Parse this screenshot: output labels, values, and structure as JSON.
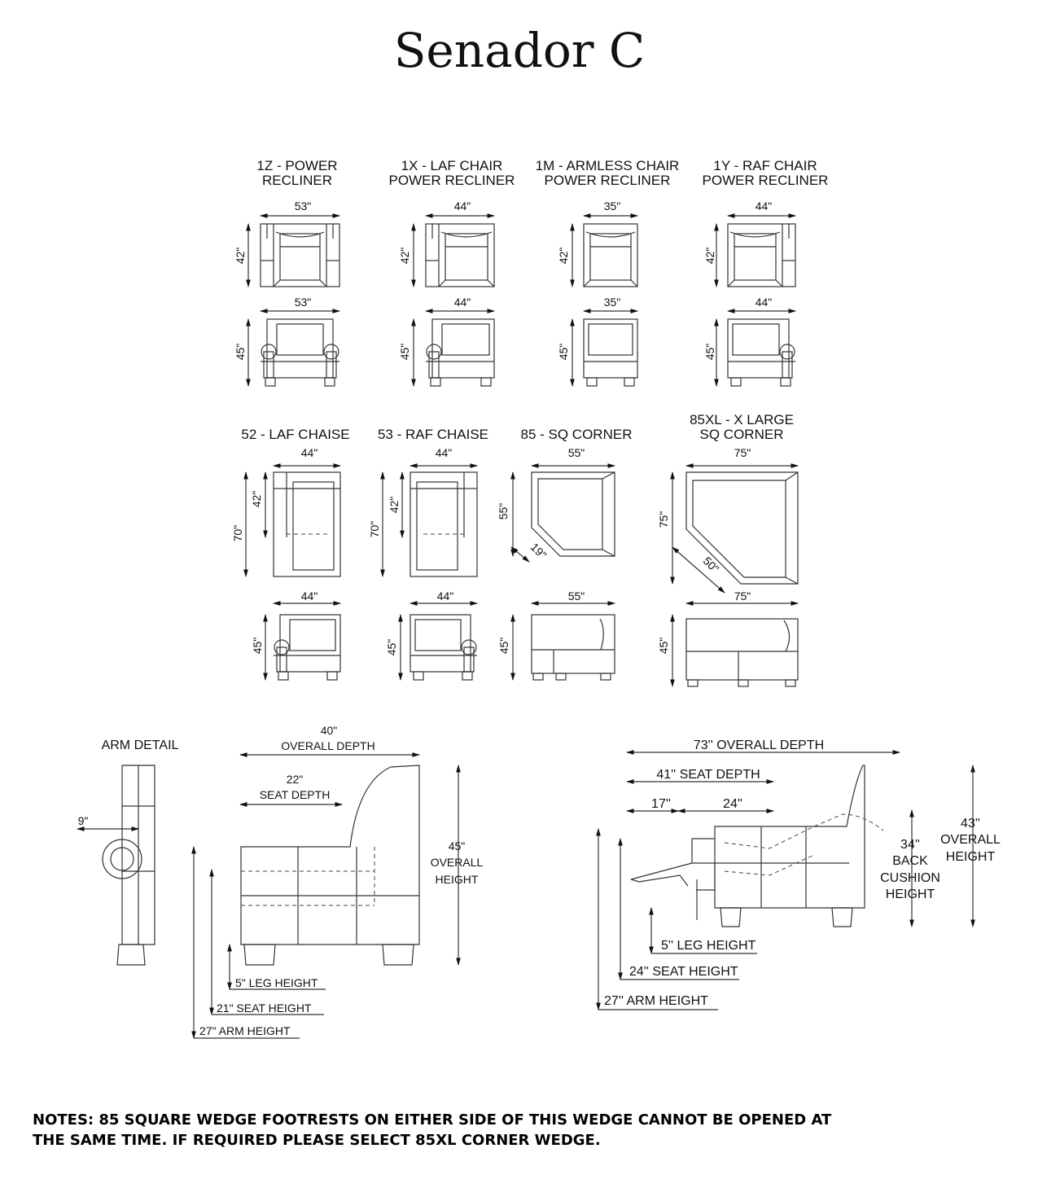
{
  "title": "Senador C",
  "modules_row1": [
    {
      "label": [
        "1Z - POWER",
        "RECLINER"
      ],
      "top_width": "53\"",
      "top_depth": "42\"",
      "front_width": "53\"",
      "front_height": "45\""
    },
    {
      "label": [
        "1X - LAF CHAIR",
        "POWER RECLINER"
      ],
      "top_width": "44\"",
      "top_depth": "42\"",
      "front_width": "44\"",
      "front_height": "45\""
    },
    {
      "label": [
        "1M - ARMLESS CHAIR",
        "POWER RECLINER"
      ],
      "top_width": "35\"",
      "top_depth": "42\"",
      "front_width": "35\"",
      "front_height": "45\""
    },
    {
      "label": [
        "1Y - RAF CHAIR",
        "POWER RECLINER"
      ],
      "top_width": "44\"",
      "top_depth": "42\"",
      "front_width": "44\"",
      "front_height": "45\""
    }
  ],
  "modules_row2": [
    {
      "label": [
        "",
        "52 - LAF CHAISE"
      ],
      "top_width": "44\"",
      "top_depth": "70\"",
      "inner_depth": "42\"",
      "front_width": "44\"",
      "front_height": "45\""
    },
    {
      "label": [
        "",
        "53 - RAF CHAISE"
      ],
      "top_width": "44\"",
      "top_depth": "70\"",
      "inner_depth": "42\"",
      "front_width": "44\"",
      "front_height": "45\""
    },
    {
      "label": [
        "",
        "85 - SQ CORNER"
      ],
      "top_width": "55\"",
      "top_depth": "55\"",
      "diagonal": "19\"",
      "front_width": "55\"",
      "front_height": "45\""
    },
    {
      "label": [
        "85XL - X LARGE",
        "SQ CORNER"
      ],
      "top_width": "75\"",
      "top_depth": "75\"",
      "diagonal": "50\"",
      "bottom_width": "75\"",
      "front_height": "45\""
    }
  ],
  "arm_detail": {
    "label": "ARM DETAIL",
    "width": "9\""
  },
  "side_chair": {
    "overall_depth_value": "40\"",
    "overall_depth_label": "OVERALL DEPTH",
    "seat_depth_value": "22\"",
    "seat_depth_label": "SEAT DEPTH",
    "overall_height": [
      "45\"",
      "OVERALL",
      "HEIGHT"
    ],
    "leg_height": "5\" LEG HEIGHT",
    "seat_height": "21\" SEAT HEIGHT",
    "arm_height": "27\" ARM HEIGHT"
  },
  "recliner": {
    "overall_depth": "73'' OVERALL DEPTH",
    "seat_depth": "41'' SEAT DEPTH",
    "footrest": "17''",
    "seat": "24''",
    "back_cushion": [
      "34''",
      "BACK",
      "CUSHION",
      "HEIGHT"
    ],
    "overall_height": [
      "43''",
      "OVERALL",
      "HEIGHT"
    ],
    "leg_height": "5'' LEG HEIGHT",
    "seat_height": "24'' SEAT HEIGHT",
    "arm_height": "27'' ARM HEIGHT"
  },
  "notes": [
    "NOTES: 85 SQUARE WEDGE FOOTRESTS ON EITHER SIDE OF THIS WEDGE CANNOT BE OPENED AT",
    "THE SAME TIME. IF REQUIRED PLEASE SELECT 85XL CORNER WEDGE."
  ]
}
